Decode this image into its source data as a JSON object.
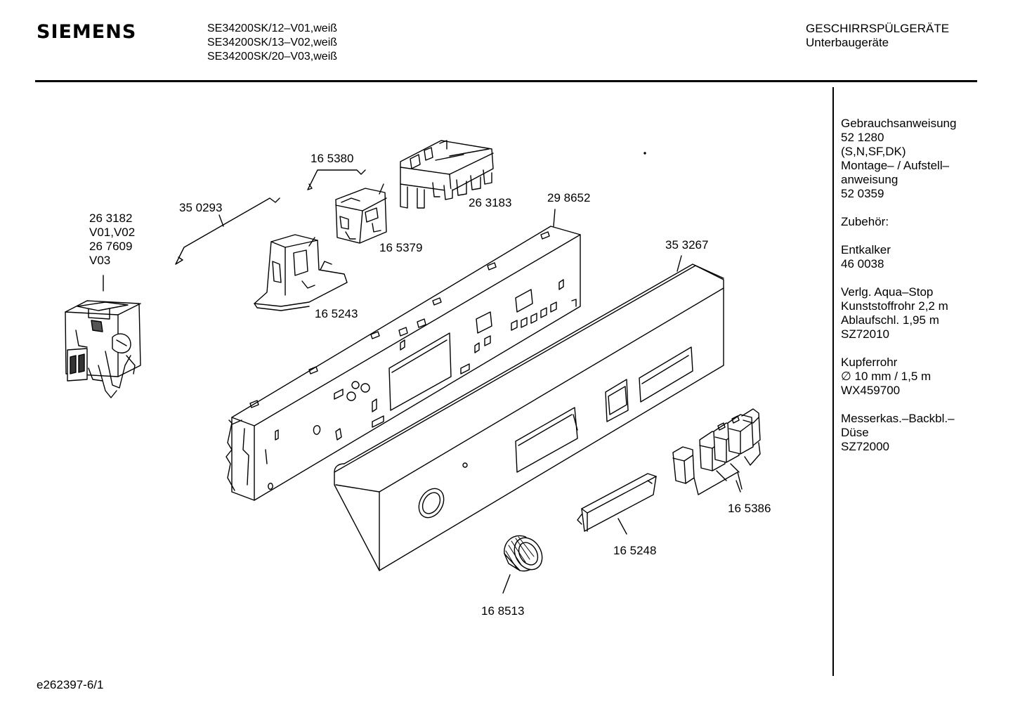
{
  "header": {
    "brand": "SIEMENS",
    "models": [
      "SE34200SK/12–V01,weiß",
      "SE34200SK/13–V02,weiß",
      "SE34200SK/20–V03,weiß"
    ],
    "category": [
      "GESCHIRRSPÜLGERÄTE",
      "Unterbaugeräte"
    ]
  },
  "sidebar": [
    [
      "Gebrauchsanweisung",
      "52 1280",
      "(S,N,SF,DK)",
      "Montage– / Aufstell–",
      "anweisung",
      "52 0359"
    ],
    [
      "Zubehör:"
    ],
    [
      "Entkalker",
      "46 0038"
    ],
    [
      "Verlg. Aqua–Stop",
      "Kunststoffrohr 2,2 m",
      "Ablaufschl. 1,95 m",
      "SZ72010"
    ],
    [
      "Kupferrohr",
      "∅ 10 mm / 1,5 m",
      "WX459700"
    ],
    [
      "Messerkas.–Backbl.–",
      "Düse",
      "SZ72000"
    ]
  ],
  "parts": {
    "p263182": [
      "26 3182",
      "V01,V02",
      "26 7609",
      "V03"
    ],
    "p350293": "35 0293",
    "p165380": "16 5380",
    "p263183": "26 3183",
    "p298652": "29 8652",
    "p165379": "16 5379",
    "p165243": "16 5243",
    "p353267": "35 3267",
    "p165386": "16 5386",
    "p165248": "16 5248",
    "p168513": "16 8513"
  },
  "footer": "e262397-6/1"
}
